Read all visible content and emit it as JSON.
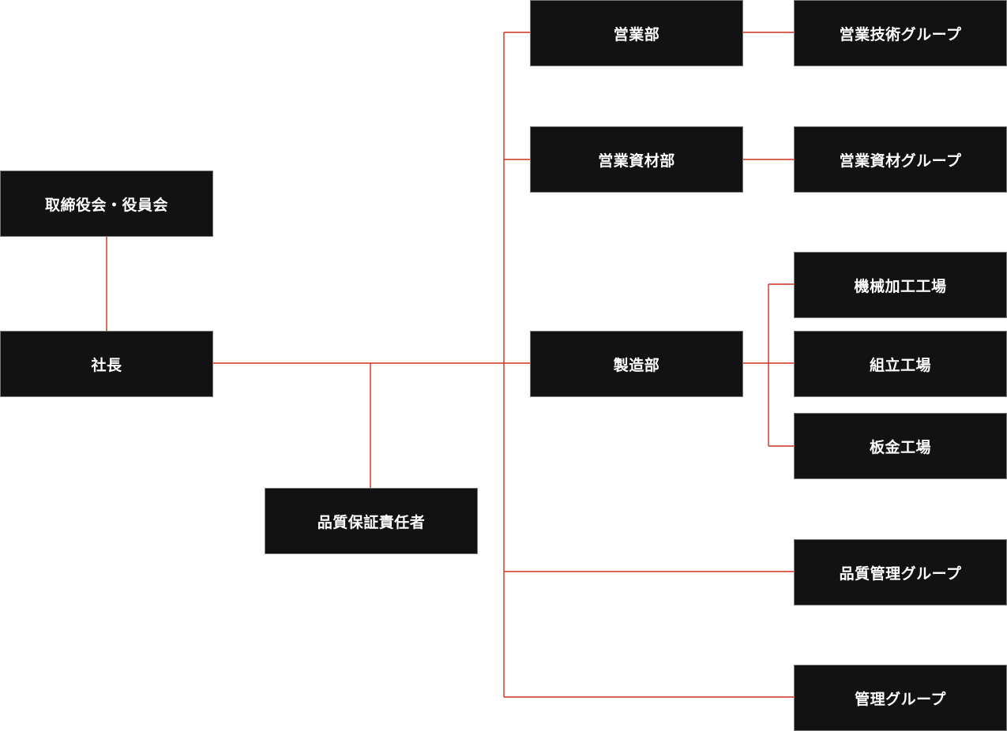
{
  "colors": {
    "box_fill": "#121212",
    "box_border": "#7a7a7a",
    "box_text": "#ffffff",
    "connector": "#d0301f",
    "background": "#ffffff"
  },
  "nodes": {
    "board": "取締役会・役員会",
    "president": "社長",
    "qa_manager": "品質保証責任者",
    "sales_dept": "営業部",
    "sales_materials_dept": "営業資材部",
    "manufacturing_dept": "製造部",
    "sales_tech_group": "営業技術グループ",
    "sales_materials_group": "営業資材グループ",
    "machining_plant": "機械加工工場",
    "assembly_plant": "組立工場",
    "sheet_metal_plant": "板金工場",
    "quality_control_group": "品質管理グループ",
    "management_group": "管理グループ"
  }
}
